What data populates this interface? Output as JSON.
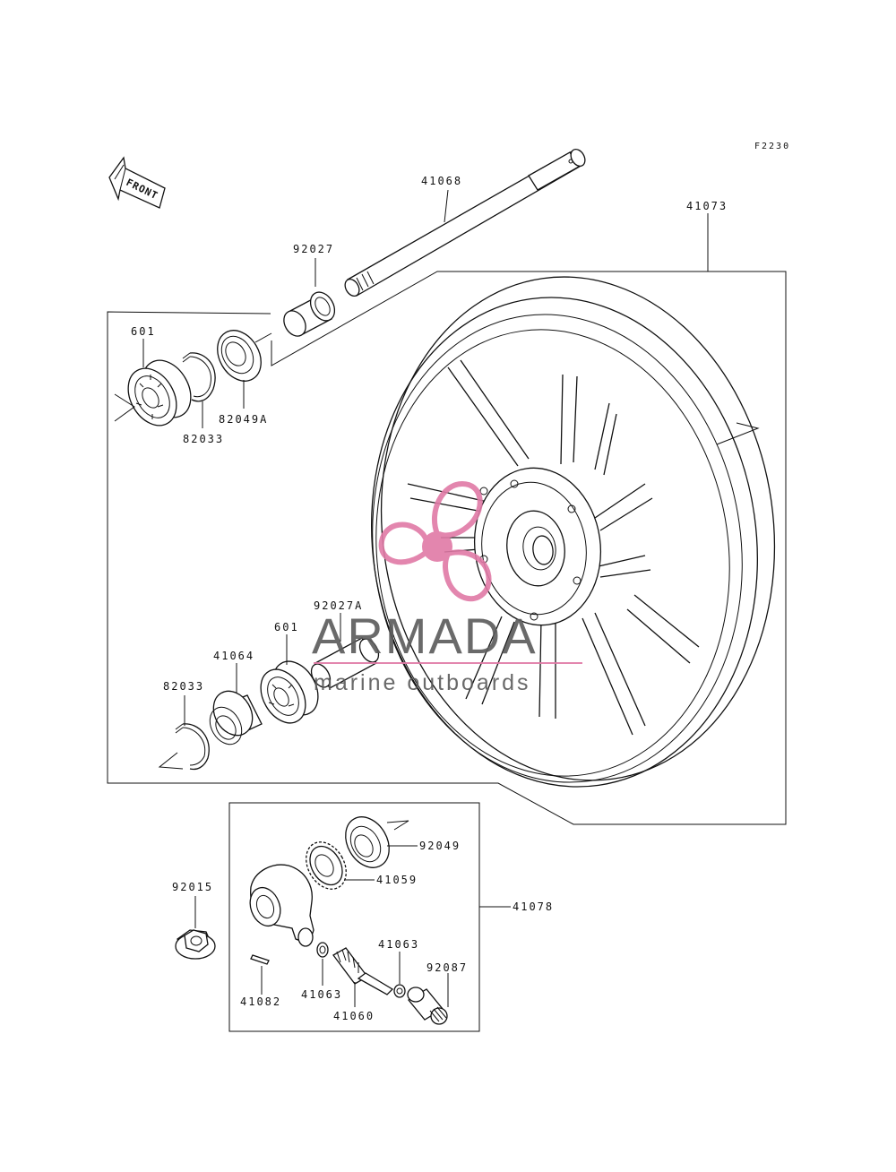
{
  "diagram": {
    "code": "F2230",
    "front_label": "FRONT",
    "parts": [
      {
        "id": "p41068",
        "number": "41068",
        "item": "axle"
      },
      {
        "id": "p41073",
        "number": "41073",
        "item": "front-wheel"
      },
      {
        "id": "p92027",
        "number": "92027",
        "item": "collar"
      },
      {
        "id": "p601a",
        "number": "601",
        "item": "ball-bearing"
      },
      {
        "id": "p82033a",
        "number": "82033",
        "item": "circlip"
      },
      {
        "id": "p82049A",
        "number": "82049A",
        "item": "oil-seal"
      },
      {
        "id": "p92027A",
        "number": "92027A",
        "item": "spacer"
      },
      {
        "id": "p601b",
        "number": "601",
        "item": "ball-bearing"
      },
      {
        "id": "p41064",
        "number": "41064",
        "item": "bearing-cap"
      },
      {
        "id": "p82033b",
        "number": "82033",
        "item": "circlip"
      },
      {
        "id": "p92049",
        "number": "92049",
        "item": "oil-seal"
      },
      {
        "id": "p41059",
        "number": "41059",
        "item": "speedometer-gear"
      },
      {
        "id": "p41078",
        "number": "41078",
        "item": "speedometer-gear-housing-assy"
      },
      {
        "id": "p92015",
        "number": "92015",
        "item": "axle-nut"
      },
      {
        "id": "p41063a",
        "number": "41063",
        "item": "washer"
      },
      {
        "id": "p41063b",
        "number": "41063",
        "item": "washer"
      },
      {
        "id": "p92087",
        "number": "92087",
        "item": "bushing"
      },
      {
        "id": "p41082",
        "number": "41082",
        "item": "pin"
      },
      {
        "id": "p41060",
        "number": "41060",
        "item": "pinion"
      }
    ]
  },
  "watermark": {
    "brand": "ARMADA",
    "tagline": "marine outboards",
    "color": "#e07aa6"
  }
}
